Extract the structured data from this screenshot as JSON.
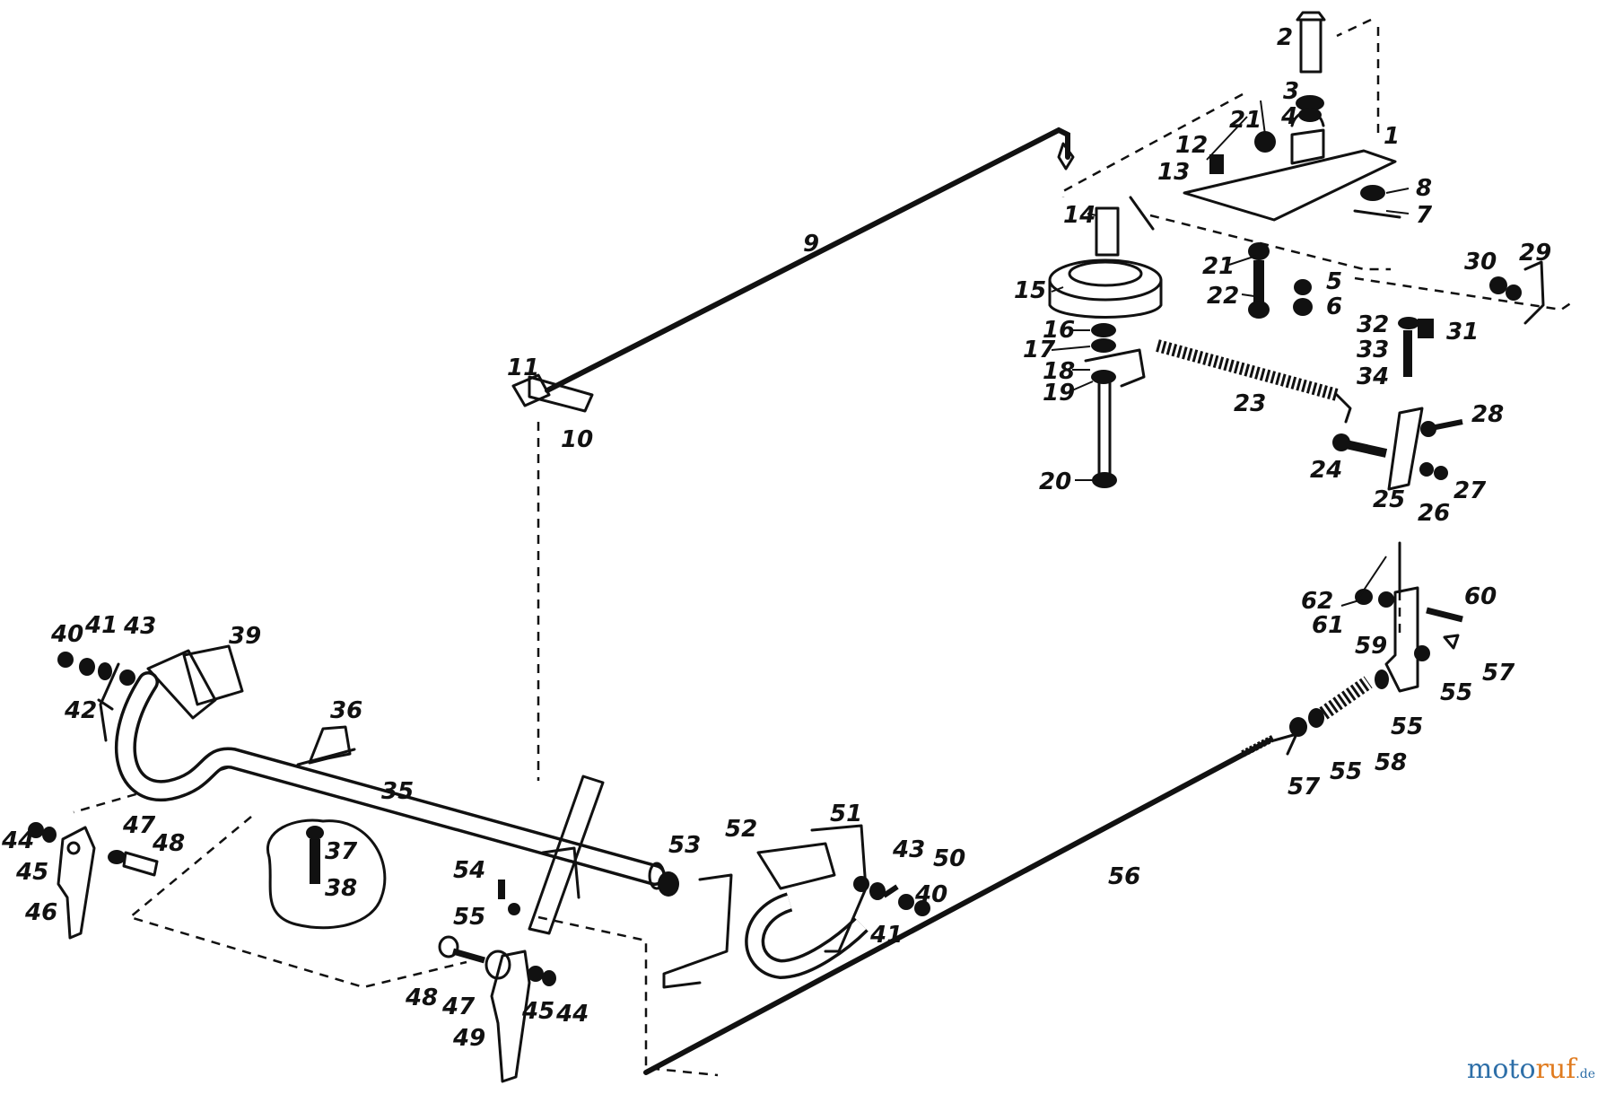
{
  "diagram": {
    "labels": {
      "p1": "1",
      "p2": "2",
      "p3": "3",
      "p4": "4",
      "p5": "5",
      "p6": "6",
      "p7": "7",
      "p8": "8",
      "p9": "9",
      "p10": "10",
      "p11": "11",
      "p12": "12",
      "p13": "13",
      "p14": "14",
      "p15": "15",
      "p16": "16",
      "p17": "17",
      "p18": "18",
      "p19": "19",
      "p20": "20",
      "p21a": "21",
      "p21b": "21",
      "p22": "22",
      "p23": "23",
      "p24": "24",
      "p25": "25",
      "p26": "26",
      "p27": "27",
      "p28": "28",
      "p29": "29",
      "p30": "30",
      "p31": "31",
      "p32": "32",
      "p33": "33",
      "p34": "34",
      "p35": "35",
      "p36": "36",
      "p37": "37",
      "p38": "38",
      "p39": "39",
      "p40a": "40",
      "p40b": "40",
      "p41a": "41",
      "p41b": "41",
      "p42": "42",
      "p43a": "43",
      "p43b": "43",
      "p44a": "44",
      "p44b": "44",
      "p45a": "45",
      "p45b": "45",
      "p46": "46",
      "p47a": "47",
      "p47b": "47",
      "p48a": "48",
      "p48b": "48",
      "p49": "49",
      "p50": "50",
      "p51": "51",
      "p52": "52",
      "p53": "53",
      "p54": "54",
      "p55a": "55",
      "p55b": "55",
      "p55c": "55",
      "p55d": "55",
      "p56": "56",
      "p57a": "57",
      "p57b": "57",
      "p58": "58",
      "p59": "59",
      "p60": "60",
      "p61": "61",
      "p62": "62"
    }
  },
  "watermark": {
    "part_a": "moto",
    "part_b": "ruf",
    "part_c": ".de"
  },
  "colors": {
    "ink": "#111111",
    "watermark_blue": "#2e6fa8",
    "watermark_orange": "#e07b1f"
  }
}
